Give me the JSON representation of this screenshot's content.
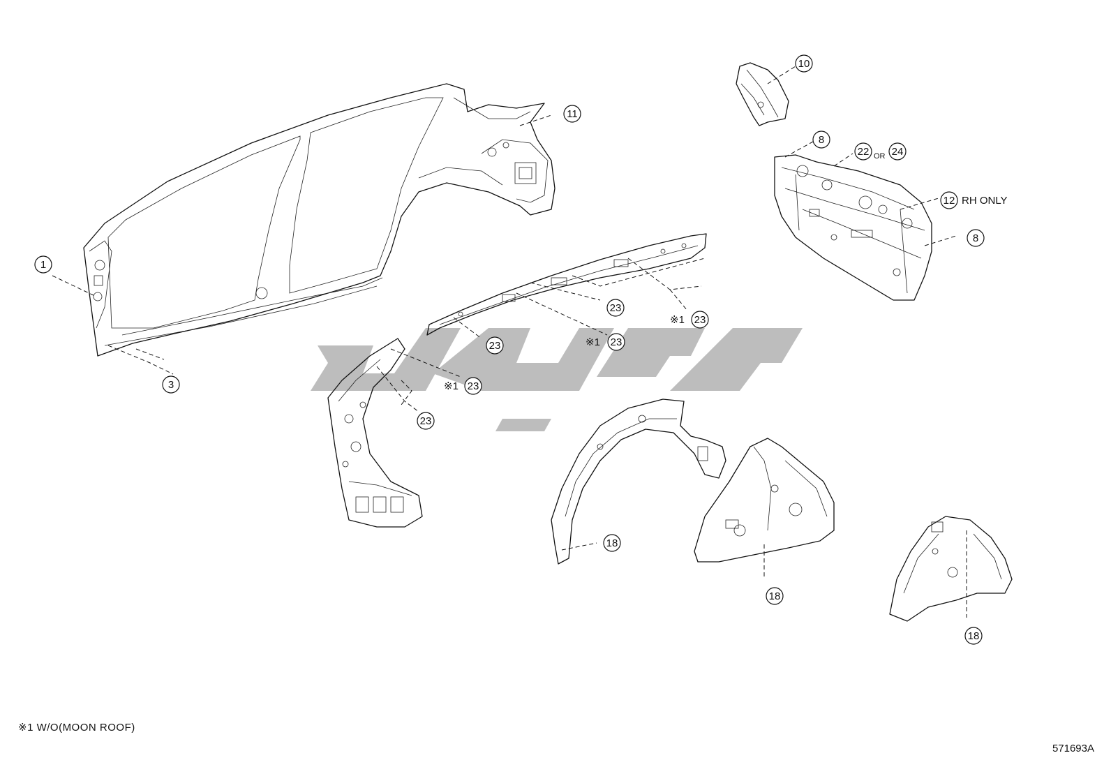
{
  "callouts": {
    "c1": "1",
    "c3": "3",
    "c8a": "8",
    "c8b": "8",
    "c10": "10",
    "c11": "11",
    "c12": "12",
    "c18a": "18",
    "c18b": "18",
    "c18c": "18",
    "c22": "22",
    "c24": "24",
    "c23a": "23",
    "c23b": "23",
    "c23c": "23",
    "c23d": "23",
    "c23e": "23",
    "c23f": "23"
  },
  "labels": {
    "or_text": "OR",
    "rh_only": "RH ONLY",
    "ref_mark": "※1"
  },
  "footnote": "※1 W/O(MOON ROOF)",
  "diagram_code": "571693A",
  "watermark_color": "#bdbdbd"
}
